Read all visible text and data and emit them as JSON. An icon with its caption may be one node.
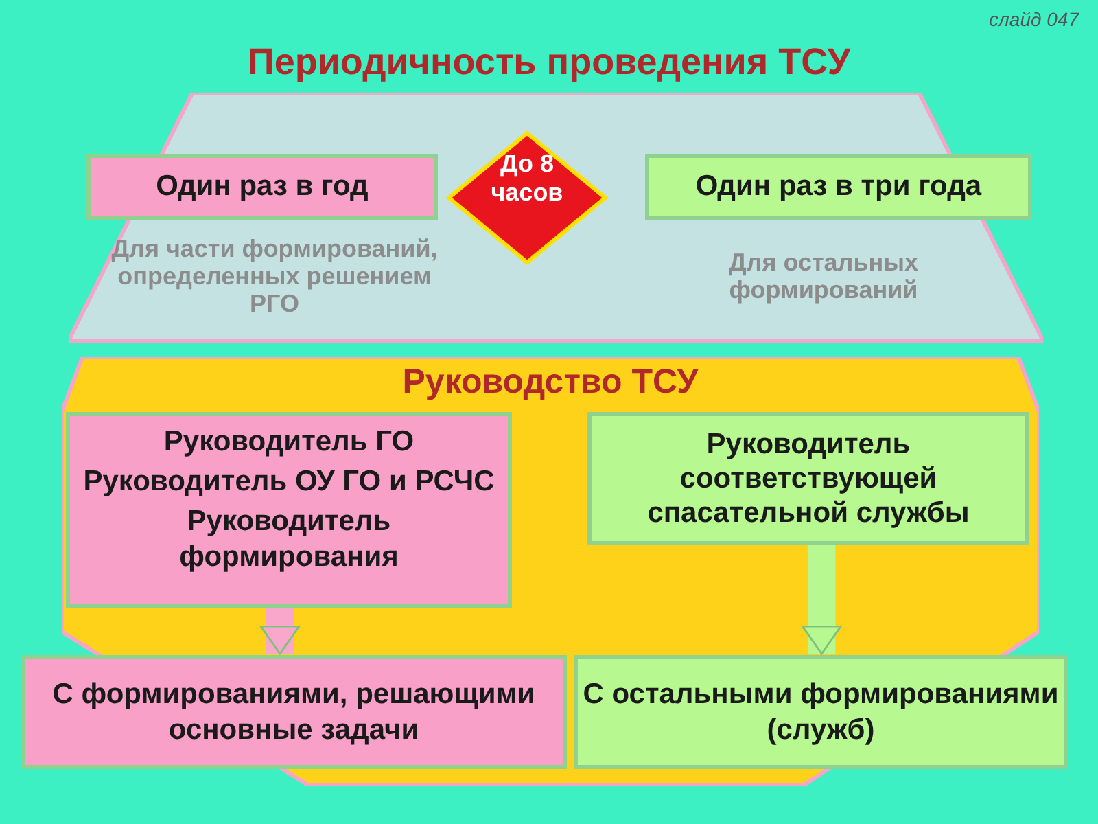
{
  "diagram": {
    "title": "Периодичность проведения ТСУ",
    "nodes": [
      {
        "text": [],
        "shape": "hexagon"
      },
      {
        "text": [
          "Один раз в год"
        ],
        "in": 0,
        "beside": [
          "Для части формирований, определенных решением РГО"
        ]
      },
      {
        "text": [
          "До 8 часов"
        ],
        "in": 0
      },
      {
        "text": [
          "Один раз в три года"
        ],
        "in": 0,
        "beside": [
          "Для остальных формирований"
        ]
      },
      {
        "text": [
          "Руководство ТСУ"
        ]
      },
      {
        "text": [
          "Руководитель ГО",
          "Руководитель ОУ ГО и РСЧС",
          "Руководитель формирования"
        ],
        "in": 4
      },
      {
        "text": [
          "Руководитель соответствующей спасательной службы"
        ],
        "in": 4
      },
      {
        "text": [
          "С формированиями, решающими основные задачи"
        ]
      },
      {
        "text": [
          "С остальными формированиями (служб)"
        ]
      }
    ],
    "edges": [
      {
        "from": 5,
        "to": 7,
        "arrow": "to",
        "color": "#f9a8cc"
      },
      {
        "from": 6,
        "to": 8,
        "arrow": "to",
        "color": "#b8f890"
      }
    ],
    "labels": [
      "слайд 047"
    ]
  }
}
